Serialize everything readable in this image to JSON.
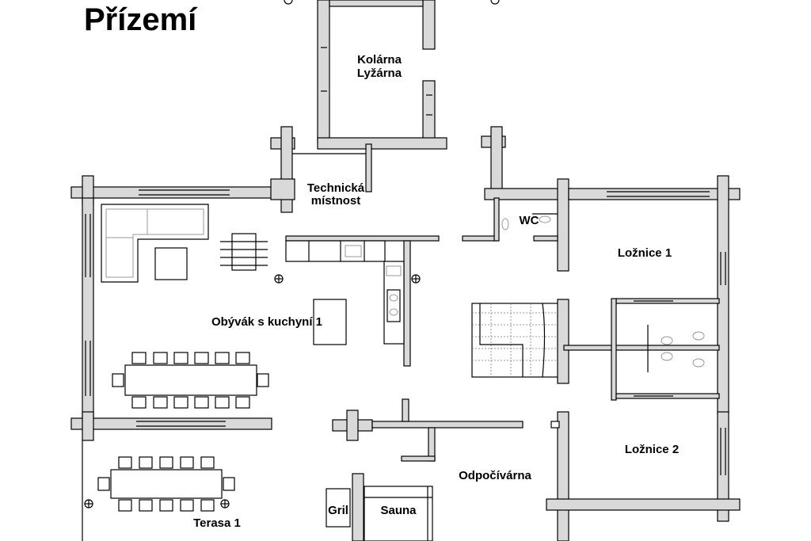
{
  "plan": {
    "title": "Přízemí",
    "rooms": {
      "kolarna": "Kolárna",
      "lyzarna": "Lyžárna",
      "technicka": "Technická",
      "mistnost": "místnost",
      "wc": "WC",
      "loznice1": "Ložnice 1",
      "obyvak": "Obývák s kuchyní 1",
      "loznice2": "Ložnice 2",
      "odpocivarna": "Odpočívárna",
      "gril": "Gril",
      "sauna": "Sauna",
      "terasa": "Terasa 1"
    }
  }
}
